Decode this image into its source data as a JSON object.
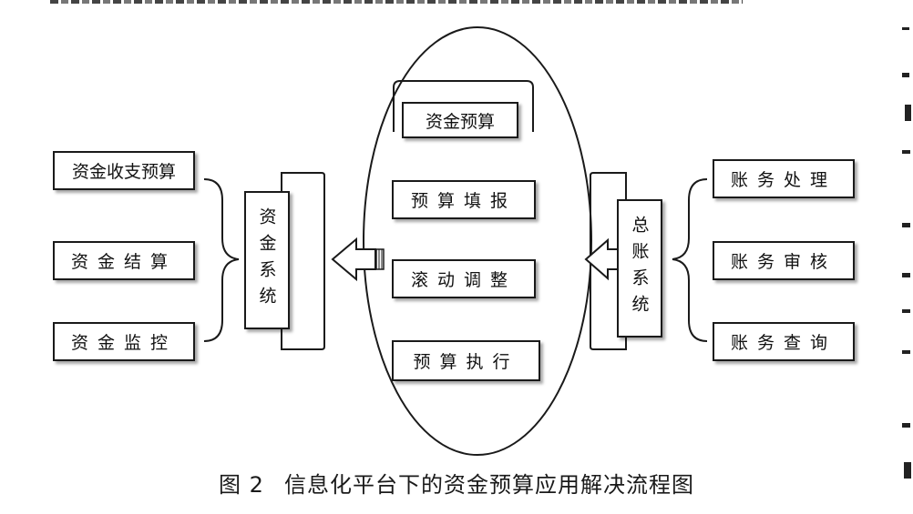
{
  "center": {
    "title": "资金预算",
    "steps": [
      "预算填报",
      "滚动调整",
      "预算执行"
    ]
  },
  "left": {
    "system": "资金系统",
    "items": [
      "资金收支预算",
      "资金结算",
      "资金监控"
    ]
  },
  "right": {
    "system": "总账系统",
    "items": [
      "账务处理",
      "账务审核",
      "账务查询"
    ]
  },
  "caption": {
    "number": "图 2",
    "text": "信息化平台下的资金预算应用解决流程图"
  }
}
